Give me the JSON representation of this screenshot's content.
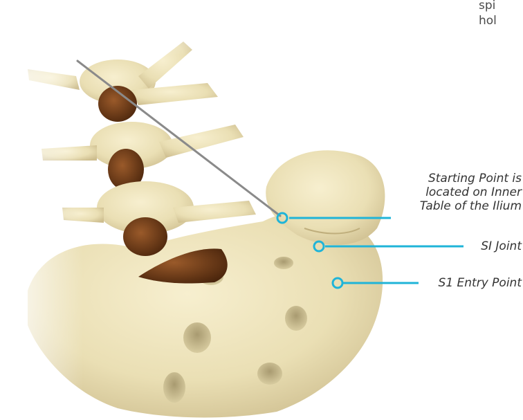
{
  "corner_text": {
    "line1": "spi",
    "line2": "hol"
  },
  "callouts": {
    "starting_point": {
      "line1": "Starting Point is",
      "line2": "located on Inner",
      "line3": "Table of the Ilium"
    },
    "si_joint": "SI Joint",
    "s1_entry_point": "S1 Entry Point"
  },
  "colors": {
    "callout_accent": "#1fb4d8",
    "bone": "#ede2b8",
    "bone_shadow": "#c9b98a",
    "foramen_dark": "#6b3a18",
    "probe": "#8a8a8a"
  }
}
